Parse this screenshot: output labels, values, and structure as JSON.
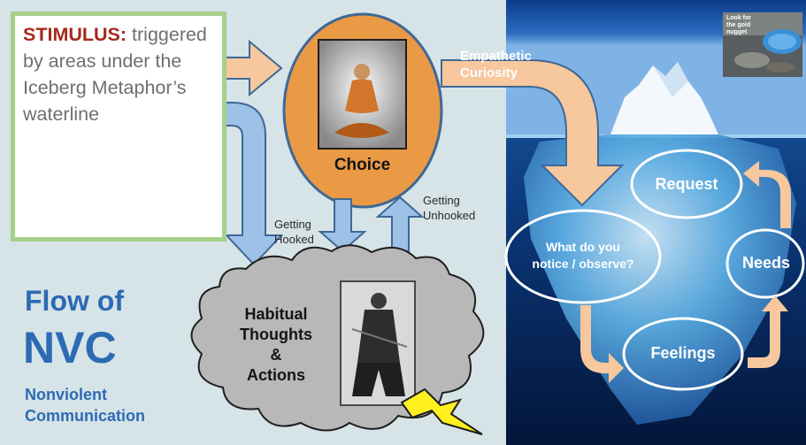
{
  "stimulus": {
    "label": "STIMULUS:",
    "text": "triggered by areas under the Iceberg Metaphor’s waterline"
  },
  "choice": {
    "label": "Choice"
  },
  "empathetic": {
    "line1": "Empathetic",
    "line2": "Curiosity"
  },
  "getting_hooked": {
    "line1": "Getting",
    "line2": "Hooked"
  },
  "getting_unhooked": {
    "line1": "Getting",
    "line2": "Unhooked"
  },
  "habitual": {
    "line1": "Habitual",
    "line2": "Thoughts",
    "line3": "&",
    "line4": "Actions"
  },
  "flow_title": {
    "line1": "Flow of",
    "line2": "NVC",
    "line3": "Nonviolent",
    "line4": "Communication"
  },
  "cycle": {
    "observe_line1": "What do you",
    "observe_line2": "notice / observe?",
    "feelings": "Feelings",
    "needs": "Needs",
    "request": "Request"
  },
  "gold_photo": {
    "line1": "Look for",
    "line2": "the gold",
    "line3": "nugget"
  },
  "colors": {
    "panel_bg": "#d6e3e7",
    "green_border": "#a6cf8c",
    "stimulus_red": "#a52a1c",
    "choice_orange": "#ea9a45",
    "peach_arrow": "#f7c79d",
    "blue_arrow": "#9dc1e7",
    "cloud_gray": "#b8b8b8",
    "title_blue": "#2c6bb4"
  }
}
